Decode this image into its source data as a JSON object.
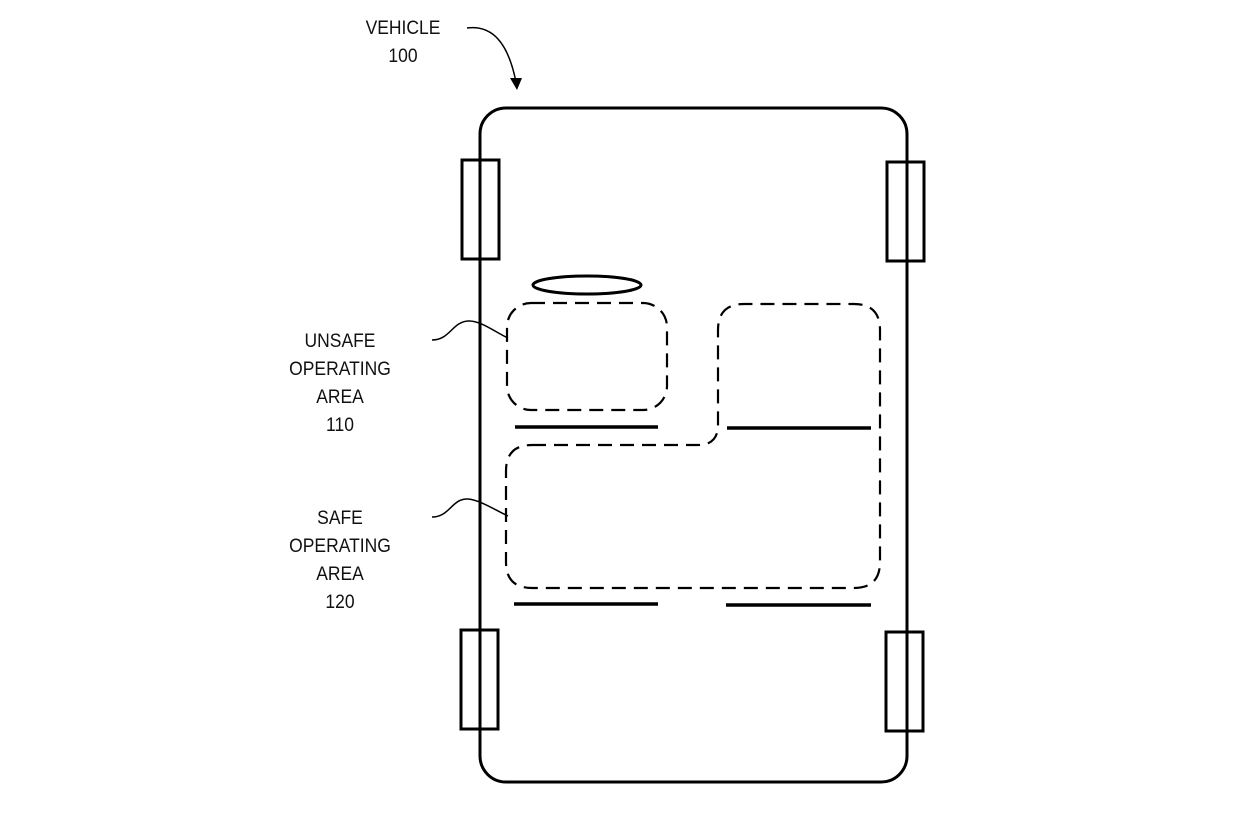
{
  "figure": {
    "vehicle": {
      "name": "VEHICLE",
      "ref": "100"
    },
    "unsafe_area": {
      "line1": "UNSAFE",
      "line2": "OPERATING",
      "line3": "AREA",
      "ref": "110"
    },
    "safe_area": {
      "line1": "SAFE",
      "line2": "OPERATING",
      "line3": "AREA",
      "ref": "120"
    }
  },
  "colors": {
    "stroke": "#000000",
    "background": "#ffffff"
  }
}
